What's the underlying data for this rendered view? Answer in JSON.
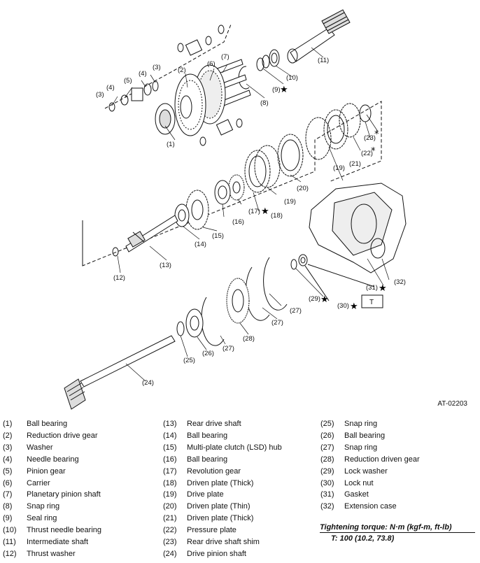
{
  "figure_id": "AT-02203",
  "callouts": {
    "c1": "(1)",
    "c2": "(2)",
    "c3a": "(3)",
    "c3b": "(3)",
    "c4a": "(4)",
    "c4b": "(4)",
    "c5": "(5)",
    "c6": "(6)",
    "c7": "(7)",
    "c8": "(8)",
    "c9": "(9)",
    "c10": "(10)",
    "c11": "(11)",
    "c12": "(12)",
    "c13": "(13)",
    "c14": "(14)",
    "c15": "(15)",
    "c16": "(16)",
    "c17": "(17)",
    "c18": "(18)",
    "c19a": "(19)",
    "c19b": "(19)",
    "c20": "(20)",
    "c21": "(21)",
    "c22": "(22)",
    "c23": "(23)",
    "c24": "(24)",
    "c25": "(25)",
    "c26": "(26)",
    "c27a": "(27)",
    "c27b": "(27)",
    "c27c": "(27)",
    "c28": "(28)",
    "c29": "(29)",
    "c30": "(30)",
    "c31": "(31)",
    "c32": "(32)",
    "t_box": "T",
    "star": "★",
    "asterisk": "*"
  },
  "legend": {
    "col1": [
      {
        "num": "(1)",
        "name": "Ball bearing"
      },
      {
        "num": "(2)",
        "name": "Reduction drive gear"
      },
      {
        "num": "(3)",
        "name": "Washer"
      },
      {
        "num": "(4)",
        "name": "Needle bearing"
      },
      {
        "num": "(5)",
        "name": "Pinion gear"
      },
      {
        "num": "(6)",
        "name": "Carrier"
      },
      {
        "num": "(7)",
        "name": "Planetary pinion shaft"
      },
      {
        "num": "(8)",
        "name": "Snap ring"
      },
      {
        "num": "(9)",
        "name": "Seal ring"
      },
      {
        "num": "(10)",
        "name": "Thrust needle bearing"
      },
      {
        "num": "(11)",
        "name": "Intermediate shaft"
      },
      {
        "num": "(12)",
        "name": "Thrust washer"
      }
    ],
    "col2": [
      {
        "num": "(13)",
        "name": "Rear drive shaft"
      },
      {
        "num": "(14)",
        "name": "Ball bearing"
      },
      {
        "num": "(15)",
        "name": "Multi-plate clutch (LSD) hub"
      },
      {
        "num": "(16)",
        "name": "Ball bearing"
      },
      {
        "num": "(17)",
        "name": "Revolution gear"
      },
      {
        "num": "(18)",
        "name": "Driven plate (Thick)"
      },
      {
        "num": "(19)",
        "name": "Drive plate"
      },
      {
        "num": "(20)",
        "name": "Driven plate (Thin)"
      },
      {
        "num": "(21)",
        "name": "Driven plate (Thick)"
      },
      {
        "num": "(22)",
        "name": "Pressure plate"
      },
      {
        "num": "(23)",
        "name": "Rear drive shaft shim"
      },
      {
        "num": "(24)",
        "name": "Drive pinion shaft"
      }
    ],
    "col3": [
      {
        "num": "(25)",
        "name": "Snap ring"
      },
      {
        "num": "(26)",
        "name": "Ball bearing"
      },
      {
        "num": "(27)",
        "name": "Snap ring"
      },
      {
        "num": "(28)",
        "name": "Reduction driven gear"
      },
      {
        "num": "(29)",
        "name": "Lock washer"
      },
      {
        "num": "(30)",
        "name": "Lock nut"
      },
      {
        "num": "(31)",
        "name": "Gasket"
      },
      {
        "num": "(32)",
        "name": "Extension case"
      }
    ]
  },
  "torque": {
    "title": "Tightening torque: N·m (kgf-m, ft-lb)",
    "value": "T:   100 (10.2, 73.8)"
  }
}
